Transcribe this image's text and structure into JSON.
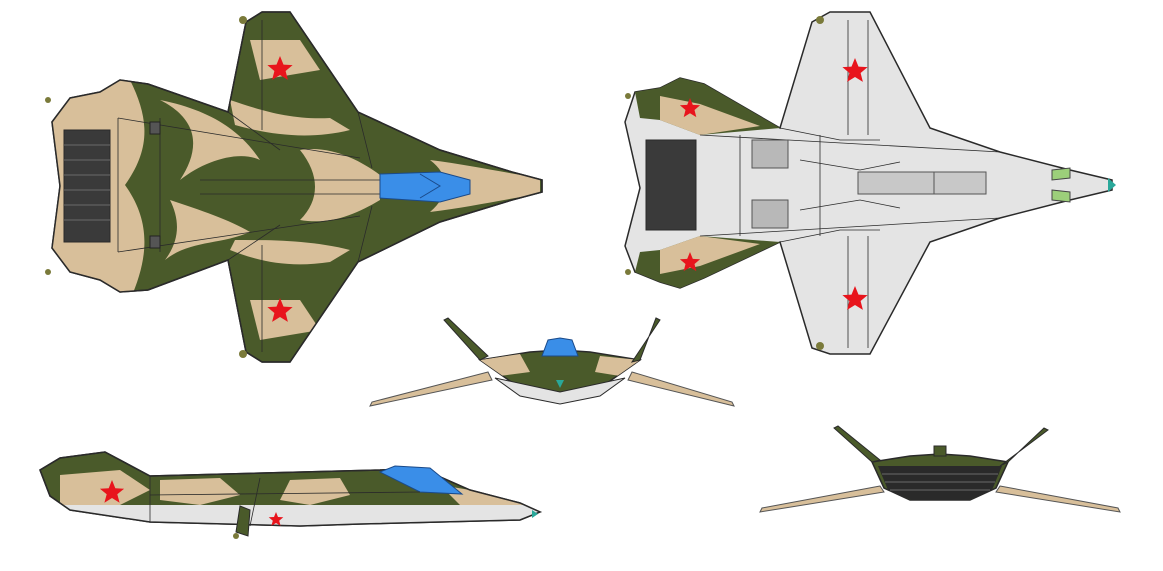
{
  "drawing": {
    "views": [
      {
        "view": "top",
        "scheme": "camouflage"
      },
      {
        "view": "bottom",
        "scheme": "light grey"
      },
      {
        "view": "front",
        "scheme": "camouflage"
      },
      {
        "view": "side",
        "scheme": "camouflage"
      },
      {
        "view": "rear",
        "scheme": "camouflage"
      }
    ],
    "insignia": "red-star-icon",
    "colors": {
      "background": "#ffffff",
      "camo_green": "#4a5a2a",
      "camo_tan": "#d8bf9a",
      "underside_grey": "#e4e4e4",
      "canopy_blue": "#3a8ee8",
      "star_red": "#e8141c",
      "outline": "#2a2a2a",
      "nozzle_dark": "#3a3a3a",
      "sensor_teal": "#2aa89a",
      "intake_green": "#9ccf7a"
    }
  }
}
